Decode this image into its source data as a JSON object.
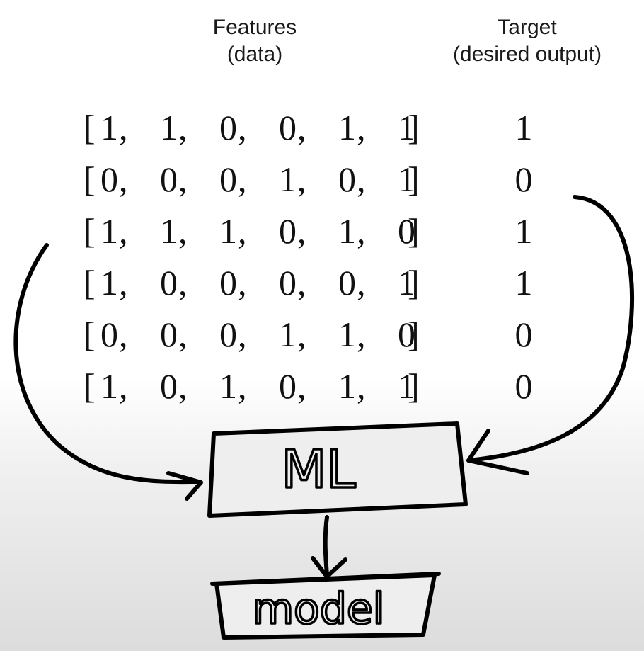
{
  "headers": {
    "features_line1": "Features",
    "features_line2": "(data)",
    "target_line1": "Target",
    "target_line2": "(desired output)"
  },
  "features": [
    [
      1,
      1,
      0,
      0,
      1,
      1
    ],
    [
      0,
      0,
      0,
      1,
      0,
      1
    ],
    [
      1,
      1,
      1,
      0,
      1,
      0
    ],
    [
      1,
      0,
      0,
      0,
      0,
      1
    ],
    [
      0,
      0,
      0,
      1,
      1,
      0
    ],
    [
      1,
      0,
      1,
      0,
      1,
      1
    ]
  ],
  "targets": [
    1,
    0,
    1,
    1,
    0,
    0
  ],
  "boxes": {
    "ml_label": "ML",
    "model_label": "model"
  },
  "colors": {
    "ink": "#000000",
    "text": "#111111",
    "box_fill": "#eeeeee"
  }
}
